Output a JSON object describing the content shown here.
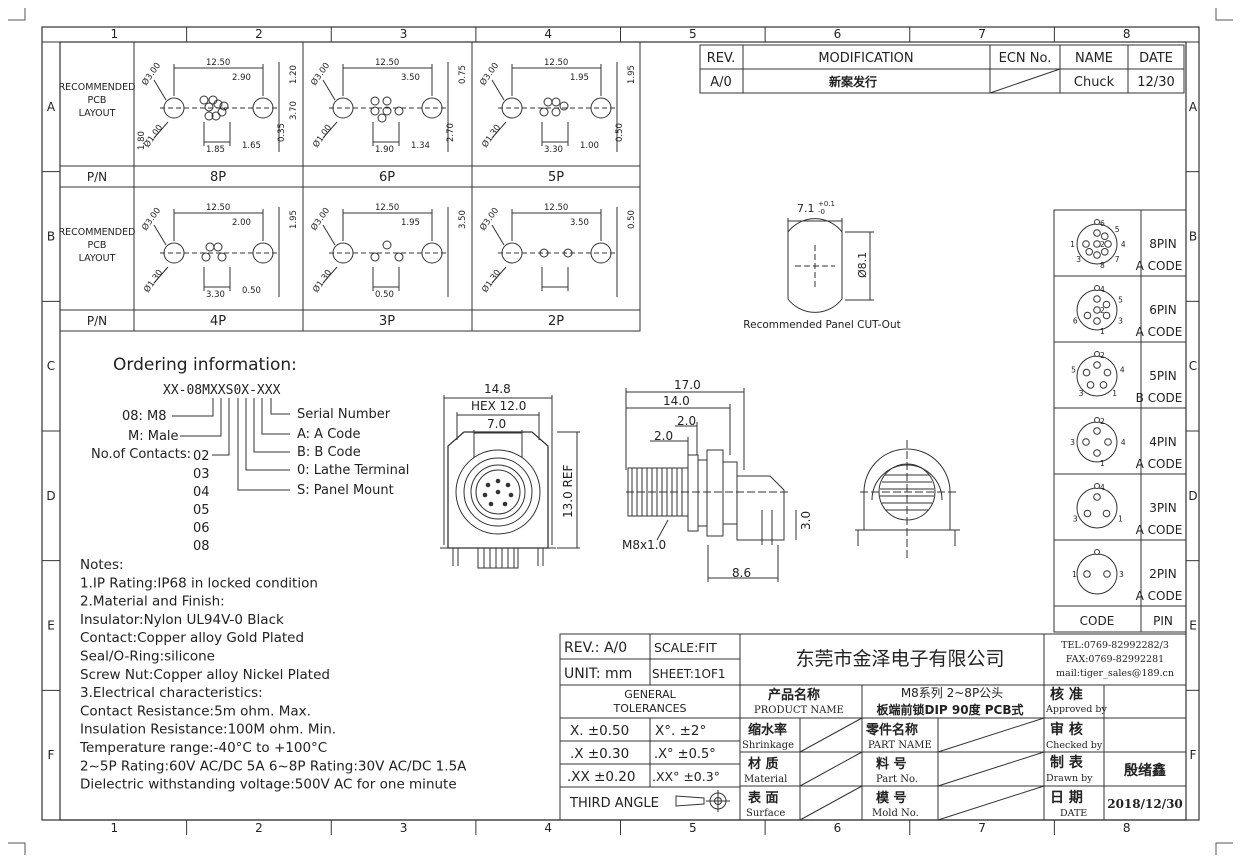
{
  "border": {
    "cols": [
      "1",
      "2",
      "3",
      "4",
      "5",
      "6",
      "7",
      "8"
    ],
    "rows": [
      "A",
      "B",
      "C",
      "D",
      "E",
      "F"
    ]
  },
  "pcb": {
    "row_label": [
      "RECOMMENDED",
      "PCB",
      "LAYOUT"
    ],
    "pn_label": "P/N",
    "cells": [
      {
        "pn": "8P",
        "dims": [
          "12.50",
          "2.90",
          "1.20",
          "1.85",
          "1.65",
          "0.35",
          "1.80",
          "3.70"
        ],
        "hole": "Ø3.00",
        "hole2": "Ø1.00"
      },
      {
        "pn": "6P",
        "dims": [
          "12.50",
          "3.50",
          "0.75",
          "1.90",
          "1.34",
          "2.70"
        ],
        "hole": "Ø3.00",
        "hole2": "Ø1.00"
      },
      {
        "pn": "5P",
        "dims": [
          "12.50",
          "1.95",
          "1.95",
          "3.30",
          "1.00",
          "0.50"
        ],
        "hole": "Ø3.00",
        "hole2": "Ø1.30"
      },
      {
        "pn": "4P",
        "dims": [
          "12.50",
          "2.00",
          "1.95",
          "3.30",
          "0.50"
        ],
        "hole": "Ø3.00",
        "hole2": "Ø1.30"
      },
      {
        "pn": "3P",
        "dims": [
          "12.50",
          "1.95",
          "3.50",
          "0.50"
        ],
        "hole": "Ø3.00",
        "hole2": "Ø1.30"
      },
      {
        "pn": "2P",
        "dims": [
          "12.50",
          "3.50",
          "0.50"
        ],
        "hole": "Ø3.00",
        "hole2": "Ø1.30"
      }
    ]
  },
  "revision": {
    "headers": [
      "REV.",
      "MODIFICATION",
      "ECN No.",
      "NAME",
      "DATE"
    ],
    "row": {
      "rev": "A/0",
      "mod": "新案发行",
      "ecn": "",
      "name": "Chuck",
      "date": "12/30"
    }
  },
  "cutout": {
    "dim_w": "7.1",
    "tol_plus": "+0.1",
    "tol_minus": "-0",
    "dim_d": "Ø8.1",
    "caption": "Recommended Panel CUT-Out"
  },
  "pins": {
    "rows": [
      {
        "name": "8PIN",
        "code": "A CODE",
        "nums": [
          "6",
          "5",
          "4",
          "7",
          "8",
          "3",
          "1",
          "2"
        ]
      },
      {
        "name": "6PIN",
        "code": "A CODE",
        "nums": [
          "4",
          "5",
          "3",
          "1",
          "6",
          "2"
        ]
      },
      {
        "name": "5PIN",
        "code": "B CODE",
        "nums": [
          "2",
          "4",
          "1",
          "3",
          "5"
        ]
      },
      {
        "name": "4PIN",
        "code": "A CODE",
        "nums": [
          "2",
          "4",
          "1",
          "3"
        ]
      },
      {
        "name": "3PIN",
        "code": "A CODE",
        "nums": [
          "4",
          "1",
          "3"
        ]
      },
      {
        "name": "2PIN",
        "code": "A CODE",
        "nums": [
          "1",
          "3"
        ]
      }
    ],
    "footer": {
      "code": "CODE",
      "pin": "PIN"
    }
  },
  "ordering": {
    "title": "Ordering information:",
    "code": "XX-08MXXS0X-XXX",
    "left": [
      "08: M8",
      "M: Male",
      "No.of Contacts:"
    ],
    "contacts": [
      "02",
      "03",
      "04",
      "05",
      "06",
      "08"
    ],
    "right": [
      "Serial Number",
      "A: A Code",
      "B: B Code",
      "0: Lathe Terminal",
      "S: Panel Mount"
    ]
  },
  "front_view": {
    "dims": [
      "14.8",
      "HEX 12.0",
      "7.0",
      "13.0 REF"
    ]
  },
  "side_view": {
    "dims": [
      "17.0",
      "14.0",
      "2.0",
      "2.0",
      "3.0",
      "8.6",
      "M8x1.0"
    ]
  },
  "notes": {
    "lines": [
      "Notes:",
      "1.IP Rating:IP68 in locked condition",
      "2.Material and Finish:",
      "Insulator:Nylon UL94V-0 Black",
      "Contact:Copper alloy Gold Plated",
      "Seal/O-Ring:silicone",
      "Screw Nut:Copper alloy Nickel Plated",
      "3.Electrical characteristics:",
      "Contact Resistance:5m ohm. Max.",
      "Insulation Resistance:100M ohm. Min.",
      "Temperature range:-40°C to +100°C",
      "2~5P Rating:60V AC/DC 5A   6~8P Rating:30V AC/DC 1.5A",
      "Dielectric withstanding voltage:500V AC for one minute"
    ]
  },
  "title_block": {
    "rev": "REV.: A/0",
    "scale": "SCALE:FIT",
    "unit": "UNIT: mm",
    "sheet": "SHEET:1OF1",
    "company": "东莞市金泽电子有限公司",
    "contact": [
      "TEL:0769-82992282/3",
      "FAX:0769-82992281",
      "mail:tiger_sales@189.cn"
    ],
    "tol_title": [
      "GENERAL",
      "TOLERANCES"
    ],
    "tols": [
      [
        "X. ±0.50",
        "X°. ±2°"
      ],
      [
        ".X ±0.30",
        ".X° ±0.5°"
      ],
      [
        ".XX ±0.20",
        ".XX° ±0.3°"
      ]
    ],
    "third_angle": "THIRD ANGLE",
    "product_name_cn": "产品名称",
    "product_name_en": "PRODUCT NAME",
    "product_value": [
      "M8系列 2~8P公头",
      "板端前锁DIP 90度 PCB式"
    ],
    "shrink_cn": "缩水率",
    "shrink_en": "Shrinkage",
    "part_name_cn": "零件名称",
    "part_name_en": "PART NAME",
    "material_cn": "材 质",
    "material_en": "Material",
    "part_no_cn": "料 号",
    "part_no_en": "Part No.",
    "surface_cn": "表 面",
    "surface_en": "Surface",
    "mold_cn": "模 号",
    "mold_en": "Mold No.",
    "approved_cn": "核 准",
    "approved_en": "Approved by",
    "checked_cn": "审 核",
    "checked_en": "Checked by",
    "drawn_cn": "制 表",
    "drawn_en": "Drawn by",
    "drawn_value": "殷绪鑫",
    "date_cn": "日 期",
    "date_en": "DATE",
    "date_value": "2018/12/30"
  },
  "colors": {
    "line": "#333333",
    "text": "#222222",
    "paper": "#ffffff"
  }
}
